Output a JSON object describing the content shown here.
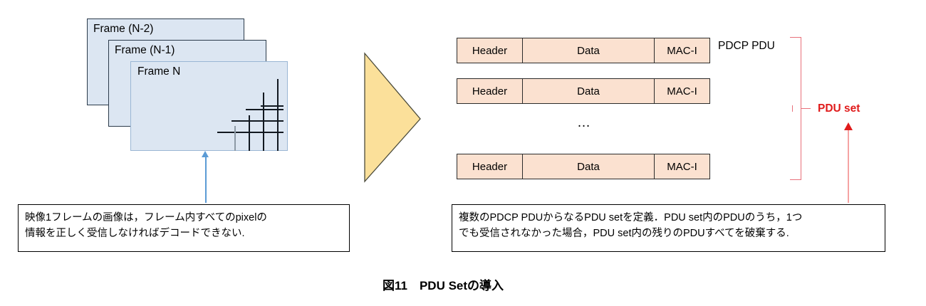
{
  "figure": {
    "caption": "図11　PDU Setの導入"
  },
  "frames": {
    "items": [
      {
        "label": "Frame (N-2)"
      },
      {
        "label": "Frame (N-1)"
      },
      {
        "label": "Frame N"
      }
    ]
  },
  "flow": {
    "arrow_icon": "right-triangle-arrow",
    "frame_pointer_icon": "up-arrow"
  },
  "pdu": {
    "rows": [
      {
        "header": "Header",
        "data": "Data",
        "maci": "MAC-I"
      },
      {
        "header": "Header",
        "data": "Data",
        "maci": "MAC-I"
      },
      {
        "header": "Header",
        "data": "Data",
        "maci": "MAC-I"
      }
    ],
    "ellipsis": "…",
    "pdcp_label": "PDCP PDU",
    "set_label": "PDU set",
    "set_pointer_icon": "up-arrow"
  },
  "notes": {
    "left": {
      "line1": "映像1フレームの画像は，フレーム内すべてのpixelの",
      "line2": "情報を正しく受信しなければデコードできない."
    },
    "right": {
      "line1": "複数のPDCP PDUからなるPDU setを定義．PDU set内のPDUのうち，1つ",
      "line2": "でも受信されなかった場合，PDU set内の残りのPDUすべてを破棄する."
    }
  },
  "colors": {
    "frame_fill": "#dce6f2",
    "pdu_fill": "#fbe1d0",
    "arrow_yellow": "#fbe09a",
    "accent_red": "#e01b1b",
    "blue_arrow": "#5b9bd5"
  }
}
